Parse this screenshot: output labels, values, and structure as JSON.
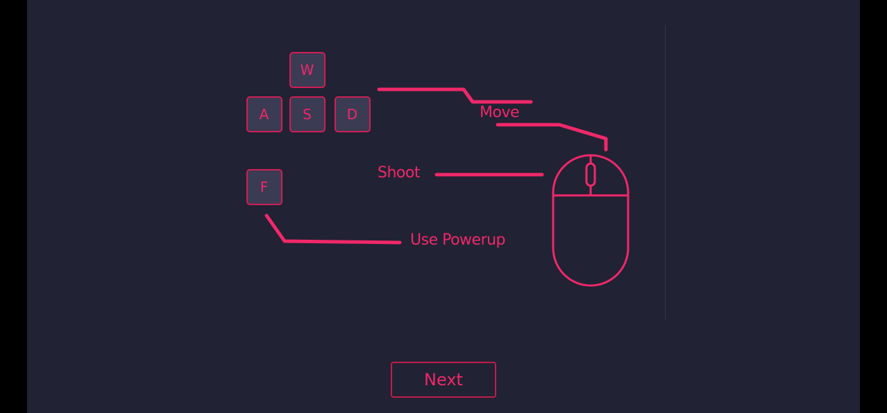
{
  "keys": {
    "w": "W",
    "a": "A",
    "s": "S",
    "d": "D",
    "f": "F"
  },
  "labels": {
    "move": "Move",
    "shoot": "Shoot",
    "powerup": "Use Powerup"
  },
  "buttons": {
    "next": "Next"
  },
  "colors": {
    "background": "#212233",
    "accent": "#f0286a",
    "key_fill": "#3b3b53",
    "outer": "#000000"
  }
}
